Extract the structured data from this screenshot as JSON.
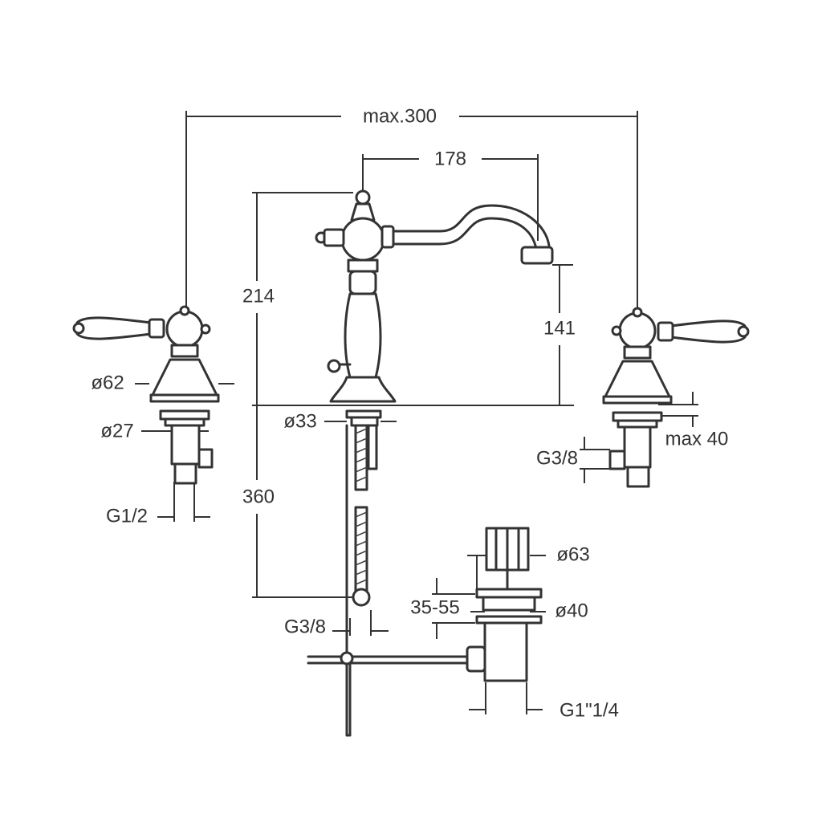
{
  "colors": {
    "line": "#333333",
    "background": "#ffffff"
  },
  "dimensions": {
    "overall_width": "max.300",
    "spout_reach": "178",
    "faucet_height": "214",
    "spout_height": "141",
    "below_deck": "360",
    "handle_base_dia": "ø62",
    "shank_dia": "ø27",
    "spout_base_dia": "ø33",
    "valve_connection": "G1/2",
    "right_connection": "G3/8",
    "deck_thickness": "max 40",
    "hose_connection": "G3/8",
    "drain_range": "35-55",
    "drain_top_dia": "ø63",
    "drain_dia": "ø40",
    "drain_thread": "G1\"1/4"
  }
}
